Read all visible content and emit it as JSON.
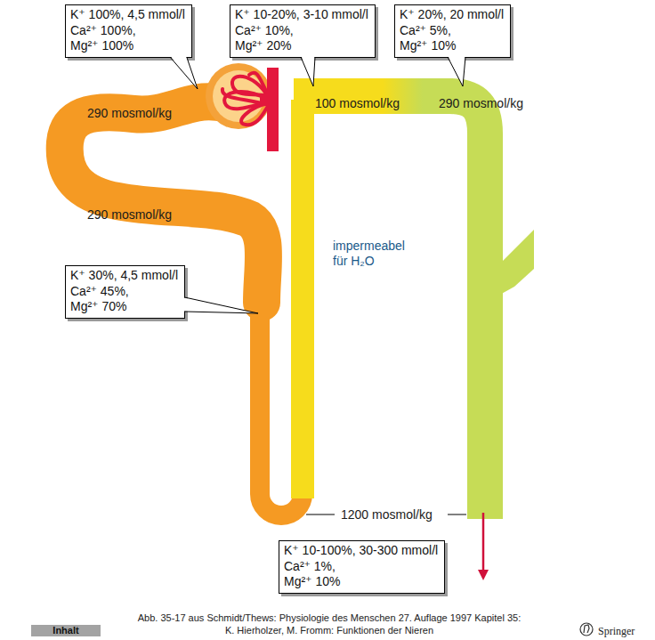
{
  "diagram": {
    "caption": "Abb. 35-17 aus Schmidt/Thews: Physiologie des Menschen 27. Auflage 1997 Kapitel 35: K. Hierholzer, M. Fromm: Funktionen der Nieren",
    "nodes": [
      {
        "text": [
          "K⁺ 100%, 4,5 mmol/l",
          "Ca²⁺ 100%,",
          "Mg²⁺ 100%"
        ]
      },
      {
        "text": [
          "K⁺ 10-20%, 3-10 mmol/l",
          "Ca²⁺ 10%,",
          "Mg²⁺ 20%"
        ]
      },
      {
        "text": [
          "K⁺ 20%, 20 mmol/l",
          "Ca²⁺ 5%,",
          "Mg²⁺ 10%"
        ]
      },
      {
        "text": [
          "K⁺ 30%, 4,5 mmol/l",
          "Ca²⁺ 45%,",
          "Mg²⁺ 70%"
        ]
      },
      {
        "text": [
          "K⁺ 10-100%, 30-300 mmol/l",
          "Ca²⁺ 1%,",
          "Mg²⁺ 10%"
        ]
      }
    ],
    "labels": [
      "290 mosmol/kg",
      "100 mosmol/kg",
      "290 mosmol/kg",
      "290 mosmol/kg",
      "impermeabel für H₂O",
      "1200 mosmol/kg",
      "Inhalt",
      "Springer"
    ]
  }
}
